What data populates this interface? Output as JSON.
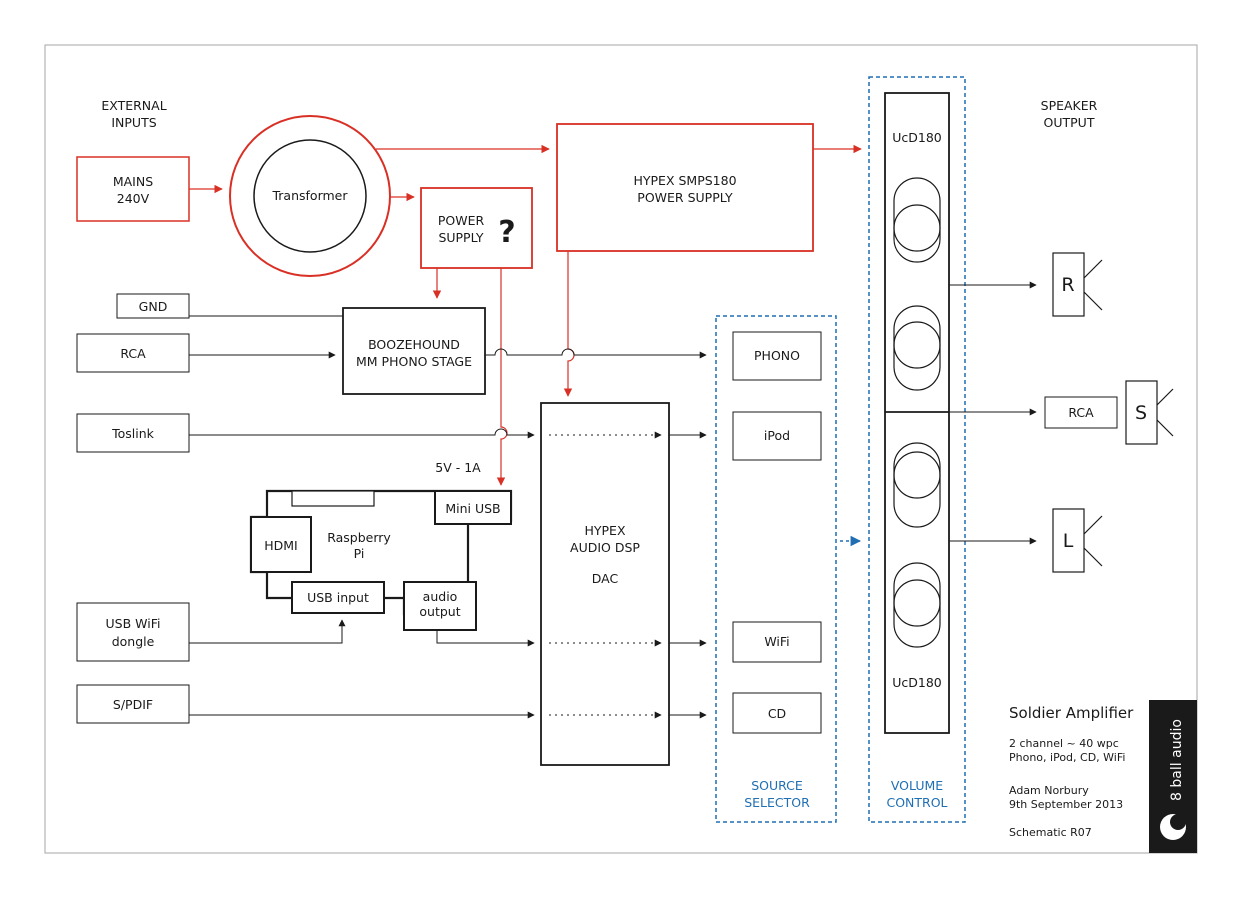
{
  "external_inputs": {
    "line1": "EXTERNAL",
    "line2": "INPUTS"
  },
  "speaker_output": {
    "line1": "SPEAKER",
    "line2": "OUTPUT"
  },
  "mains": {
    "line1": "MAINS",
    "line2": "240V"
  },
  "transformer": "Transformer",
  "power_supply": {
    "line1": "POWER",
    "line2": "SUPPLY",
    "mark": "?"
  },
  "smps": {
    "line1": "HYPEX SMPS180",
    "line2": "POWER SUPPLY"
  },
  "gnd": "GND",
  "rca_in": "RCA",
  "toslink": "Toslink",
  "usb_wifi": {
    "line1": "USB WiFi",
    "line2": "dongle"
  },
  "spdif": "S/PDIF",
  "phono_stage": {
    "line1": "BOOZEHOUND",
    "line2": "MM PHONO STAGE"
  },
  "pi_power": "5V - 1A",
  "pi": {
    "line1": "Raspberry",
    "line2": "Pi",
    "hdmi": "HDMI",
    "mini_usb": "Mini USB",
    "usb_input": "USB input",
    "audio_out1": "audio",
    "audio_out2": "output"
  },
  "dsp": {
    "line1": "HYPEX",
    "line2": "AUDIO DSP",
    "line3": "DAC"
  },
  "selector": {
    "items": [
      "PHONO",
      "iPod",
      "WiFi",
      "CD"
    ],
    "label1": "SOURCE",
    "label2": "SELECTOR"
  },
  "amp": {
    "top": "UcD180",
    "bottom": "UcD180"
  },
  "volume": {
    "label1": "VOLUME",
    "label2": "CONTROL"
  },
  "outputs": {
    "right": "R",
    "sub": "S",
    "left": "L",
    "rca": "RCA"
  },
  "info": {
    "title": "Soldier Amplifier",
    "line1": "2 channel ~ 40 wpc",
    "line2": "Phono, iPod, CD, WiFi",
    "author": "Adam Norbury",
    "date": "9th September 2013",
    "schematic": "Schematic R07"
  },
  "brand": "8 ball audio",
  "colors": {
    "power": "#d93025",
    "signal": "#1a1a1a",
    "selector": "#1f6fb2",
    "frame": "#b5b5b5"
  }
}
